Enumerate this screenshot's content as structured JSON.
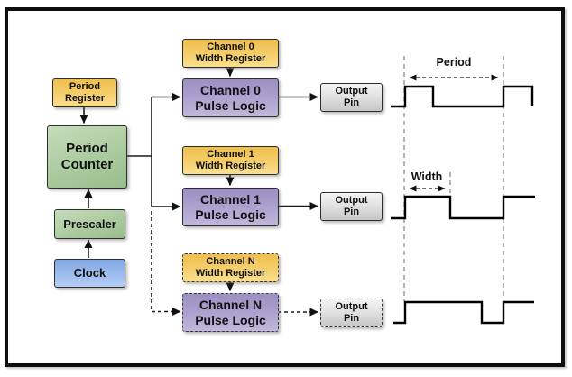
{
  "blocks": {
    "period_register": {
      "line1": "Period",
      "line2": "Register"
    },
    "period_counter": {
      "line1": "Period",
      "line2": "Counter"
    },
    "prescaler": {
      "label": "Prescaler"
    },
    "clock": {
      "label": "Clock"
    },
    "channels": [
      {
        "name": "channel-0",
        "width_register": {
          "line1": "Channel 0",
          "line2": "Width Register"
        },
        "pulse_logic": {
          "line1": "Channel 0",
          "line2": "Pulse Logic"
        },
        "output_pin": {
          "line1": "Output",
          "line2": "Pin"
        },
        "dashed": false
      },
      {
        "name": "channel-1",
        "width_register": {
          "line1": "Channel 1",
          "line2": "Width Register"
        },
        "pulse_logic": {
          "line1": "Channel 1",
          "line2": "Pulse Logic"
        },
        "output_pin": {
          "line1": "Output",
          "line2": "Pin"
        },
        "dashed": false
      },
      {
        "name": "channel-n",
        "width_register": {
          "line1": "Channel N",
          "line2": "Width Register"
        },
        "pulse_logic": {
          "line1": "Channel N",
          "line2": "Pulse Logic"
        },
        "output_pin": {
          "line1": "Output",
          "line2": "Pin"
        },
        "dashed": true
      }
    ]
  },
  "waveform_panel": {
    "period_label": "Period",
    "width_label": "Width"
  },
  "colors": {
    "register_yellow": "#F2C557",
    "counter_green": "#ABCB9F",
    "clock_blue": "#9DBDEE",
    "pulse_purple": "#ADA1CF",
    "pin_gray": "#D9D9D9",
    "line_black": "#1A1A1A"
  }
}
